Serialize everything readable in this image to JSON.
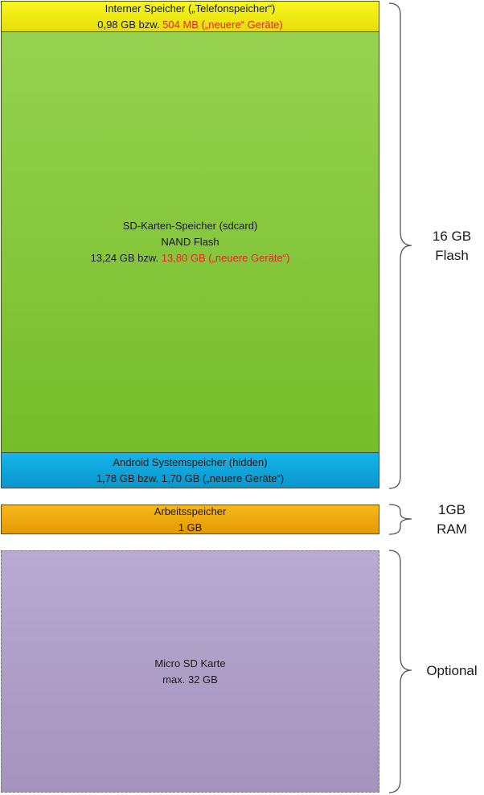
{
  "blocks": {
    "internal": {
      "title": "Interner Speicher („Telefonspeicher“)",
      "size_a": "0,98 GB bzw. ",
      "size_b": "504 MB („neuere“ Geräte)",
      "color": "#f4ef19"
    },
    "sdcard": {
      "title": "SD-Karten-Speicher (sdcard)",
      "subtitle": "NAND Flash",
      "size_a": "13,24 GB bzw. ",
      "size_b": "13,80 GB („neuere Geräte“)",
      "color": "#86c83c"
    },
    "system": {
      "title": "Android Systemspeicher (hidden)",
      "size": "1,78 GB bzw. 1,70 GB („neuere Geräte“)",
      "color": "#0fa8de"
    },
    "ram": {
      "title": "Arbeitsspeicher",
      "size": "1 GB",
      "color": "#f0aa10"
    },
    "microsd": {
      "title": "Micro SD Karte",
      "size": "max. 32 GB",
      "color": "#ae9fc8"
    }
  },
  "braces": {
    "flash": {
      "line1": "16 GB",
      "line2": "Flash"
    },
    "ram": {
      "line1": "1GB",
      "line2": "RAM"
    },
    "optional": {
      "line1": "Optional"
    }
  },
  "highlight_color": "#e8261b"
}
